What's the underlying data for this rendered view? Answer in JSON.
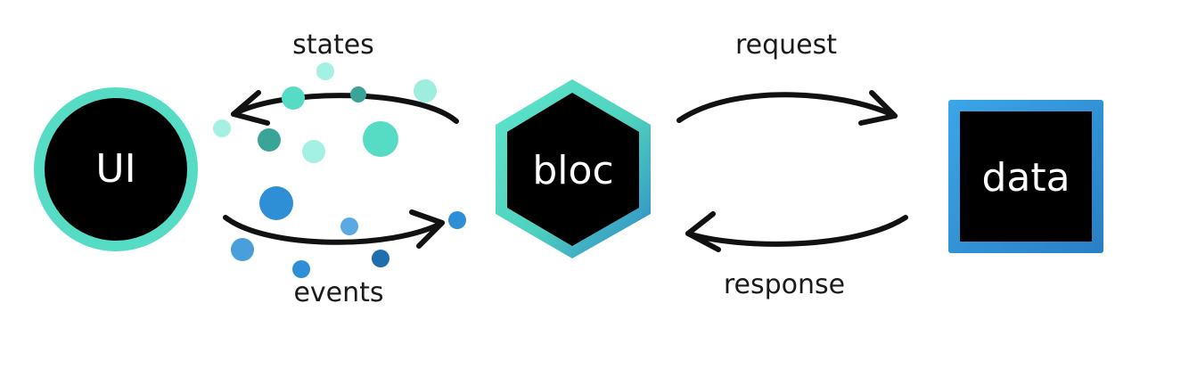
{
  "nodes": {
    "ui": "UI",
    "bloc": "bloc",
    "data": "data"
  },
  "edges": {
    "states": "states",
    "events": "events",
    "request": "request",
    "response": "response"
  },
  "colors": {
    "teal": "#56dcc4",
    "teal_dark": "#3aa597",
    "blue": "#2f8fd6",
    "blue_dark": "#1f6fae",
    "node_fill": "#000000",
    "arrow": "#111111"
  }
}
